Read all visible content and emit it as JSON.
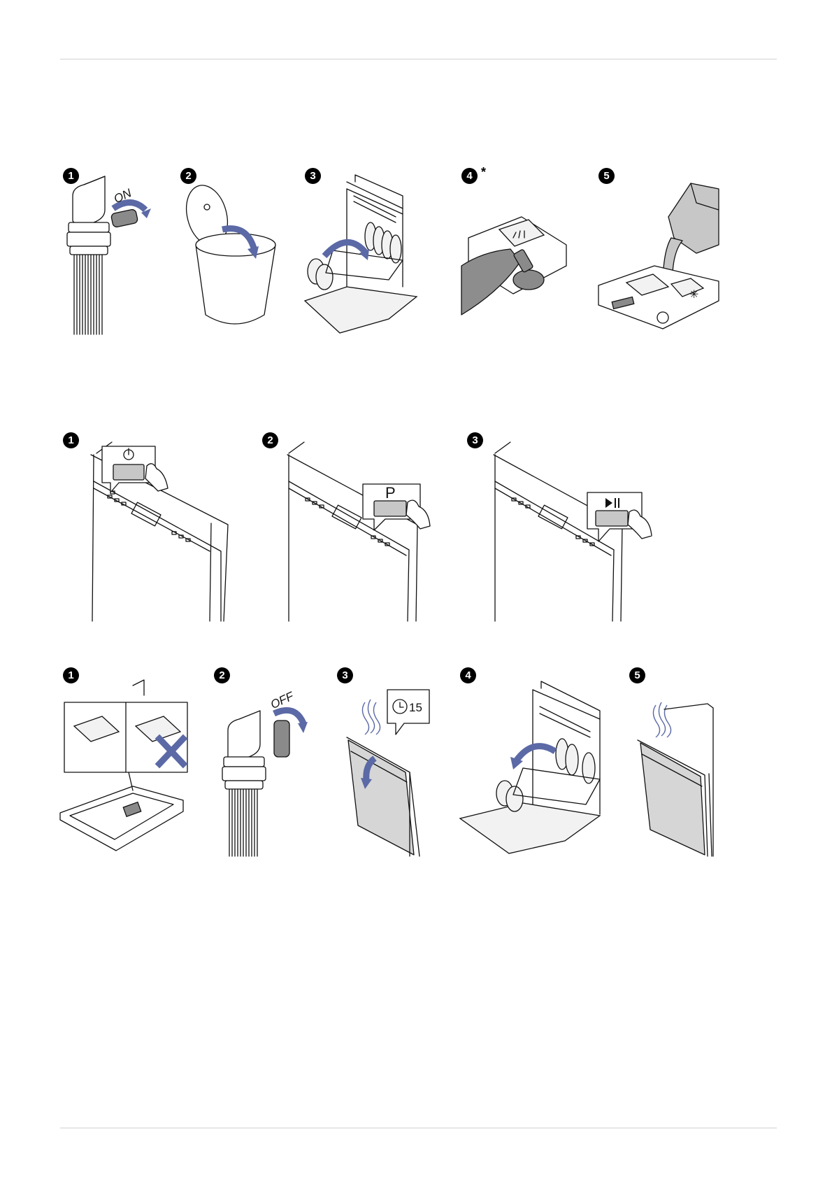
{
  "section1": {
    "steps": [
      {
        "number": "1",
        "label": "ON"
      },
      {
        "number": "2"
      },
      {
        "number": "3"
      },
      {
        "number": "4",
        "marker": "*"
      },
      {
        "number": "5"
      }
    ]
  },
  "section2": {
    "steps": [
      {
        "number": "1",
        "button_symbol": "power-icon"
      },
      {
        "number": "2",
        "button_symbol": "P"
      },
      {
        "number": "3",
        "button_symbol": "play-pause-icon"
      }
    ]
  },
  "section3": {
    "steps": [
      {
        "number": "1"
      },
      {
        "number": "2",
        "label": "OFF"
      },
      {
        "number": "3",
        "timer": "15"
      },
      {
        "number": "4"
      },
      {
        "number": "5"
      }
    ]
  },
  "colors": {
    "accent": "#5b69a6",
    "line": "#111111",
    "panel_gray": "#c7c7c7"
  }
}
